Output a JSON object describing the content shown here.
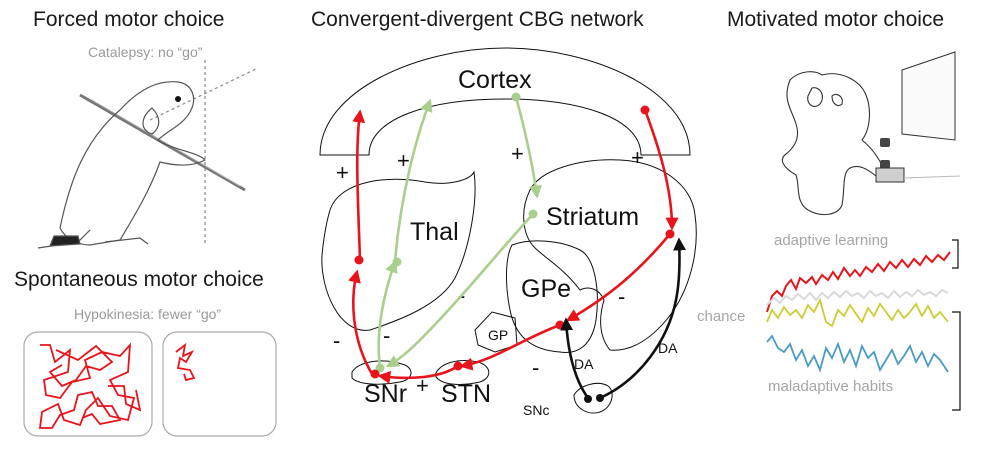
{
  "left": {
    "title_forced": "Forced motor choice",
    "sub_forced": "Catalepsy: no “go”",
    "title_spont": "Spontaneous motor choice",
    "sub_spont": "Hypokinesia: fewer “go”"
  },
  "center": {
    "title": "Convergent-divergent CBG network",
    "cortex": "Cortex",
    "thal": "Thal",
    "striatum": "Striatum",
    "gpe": "GPe",
    "gp": "GP",
    "snr": "SNr",
    "stn": "STN",
    "snc": "SNc",
    "da_left": "DA",
    "da_right": "DA",
    "plus": "+",
    "minus": "-"
  },
  "right": {
    "title": "Motivated motor choice",
    "dollar": "$",
    "yen": "¥",
    "adaptive": "adaptive learning",
    "chance": "chance",
    "maladaptive": "maladaptive habits"
  },
  "colors": {
    "red": "#e8141b",
    "green": "#a9cf8e",
    "black": "#111111",
    "gray_line": "#d9d9d9",
    "yellow_line": "#cccc33",
    "blue_line": "#4a9bc4"
  }
}
